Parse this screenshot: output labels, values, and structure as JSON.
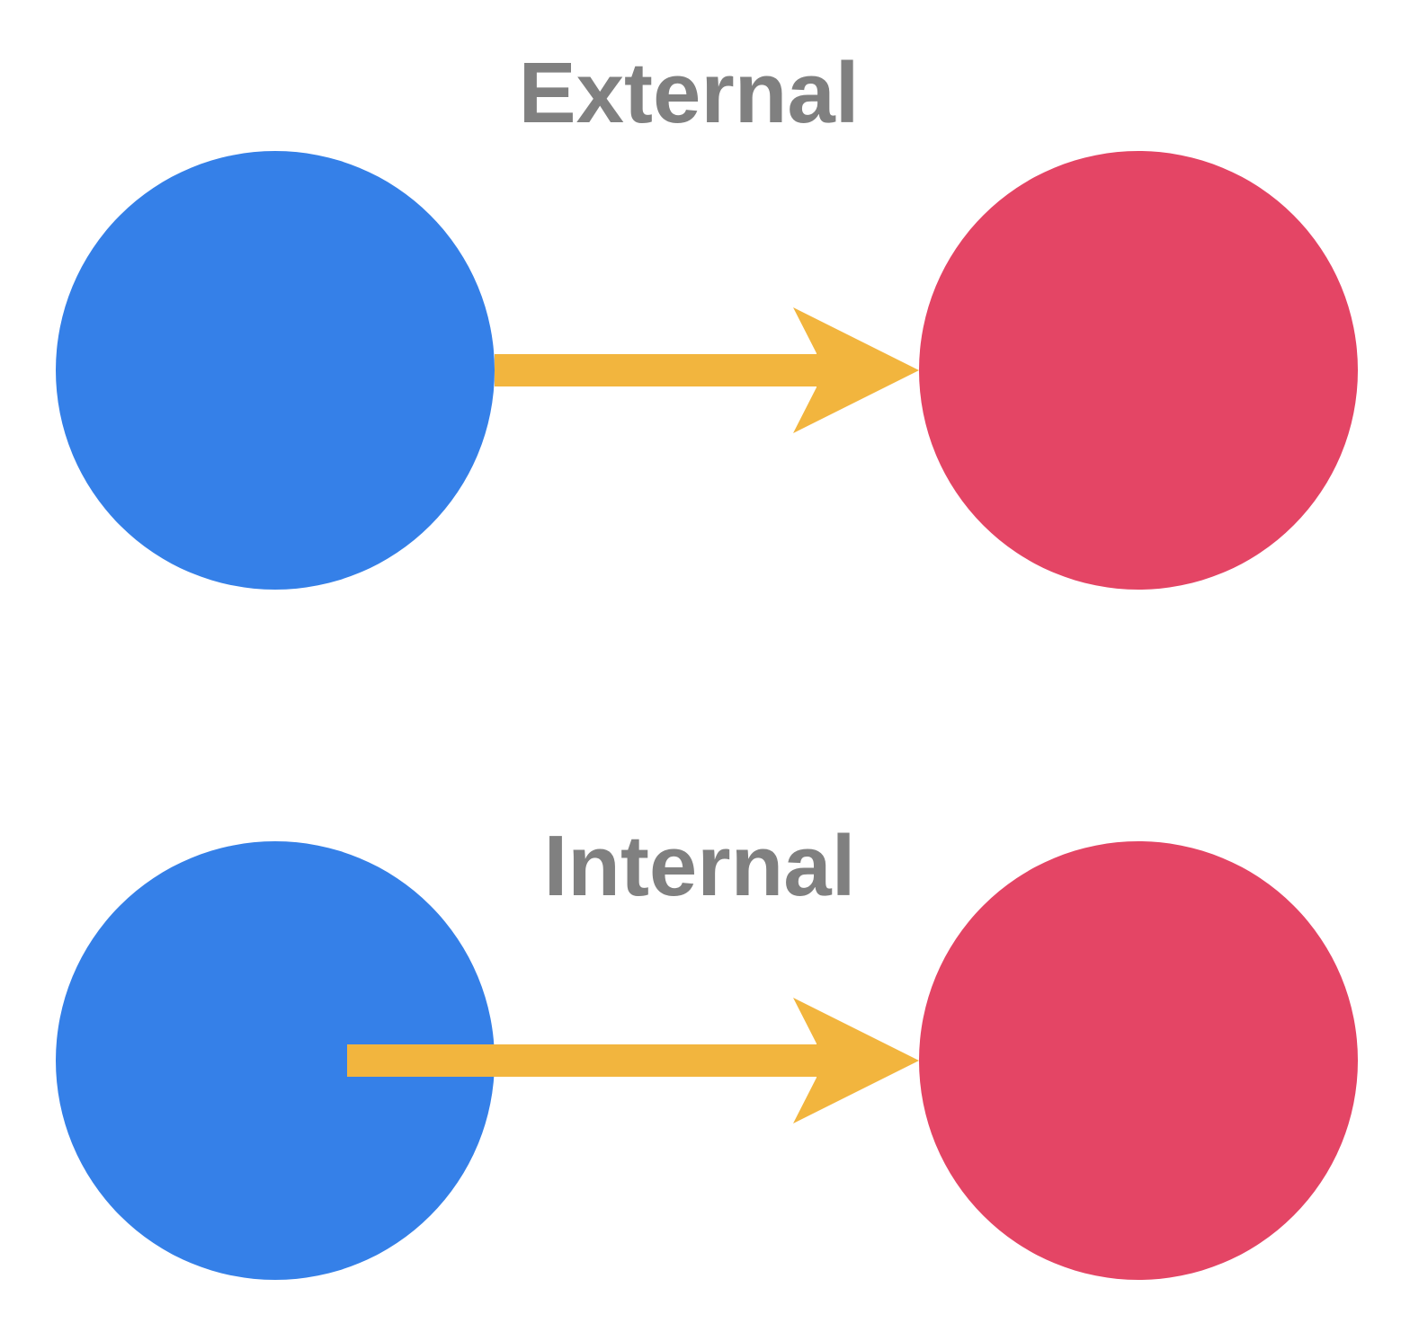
{
  "colors": {
    "source_node": "#3580E8",
    "target_node": "#E44565",
    "arrow": "#F2B53E",
    "label_text": "#808080",
    "background": "#FFFFFF"
  },
  "panels": [
    {
      "label": "External",
      "arrow_start": "source-edge",
      "arrow_end": "target-edge"
    },
    {
      "label": "Internal",
      "arrow_start": "inside-source",
      "arrow_end": "target-edge"
    }
  ]
}
